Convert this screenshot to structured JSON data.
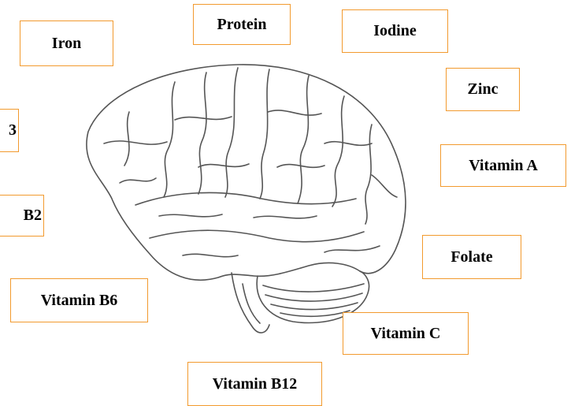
{
  "labels": {
    "iron": "Iron",
    "protein": "Protein",
    "iodine": "Iodine",
    "zinc": "Zinc",
    "vitamin_b3_partial": "3",
    "vitamin_a": "Vitamin A",
    "vitamin_b2_partial": "B2",
    "folate": "Folate",
    "vitamin_b6": "Vitamin B6",
    "vitamin_c": "Vitamin C",
    "vitamin_b12": "Vitamin B12"
  },
  "colors": {
    "label_border": "#f29a2e",
    "label_text": "#000000",
    "brain_line": "#555555"
  },
  "illustration": "brain-lateral-view"
}
